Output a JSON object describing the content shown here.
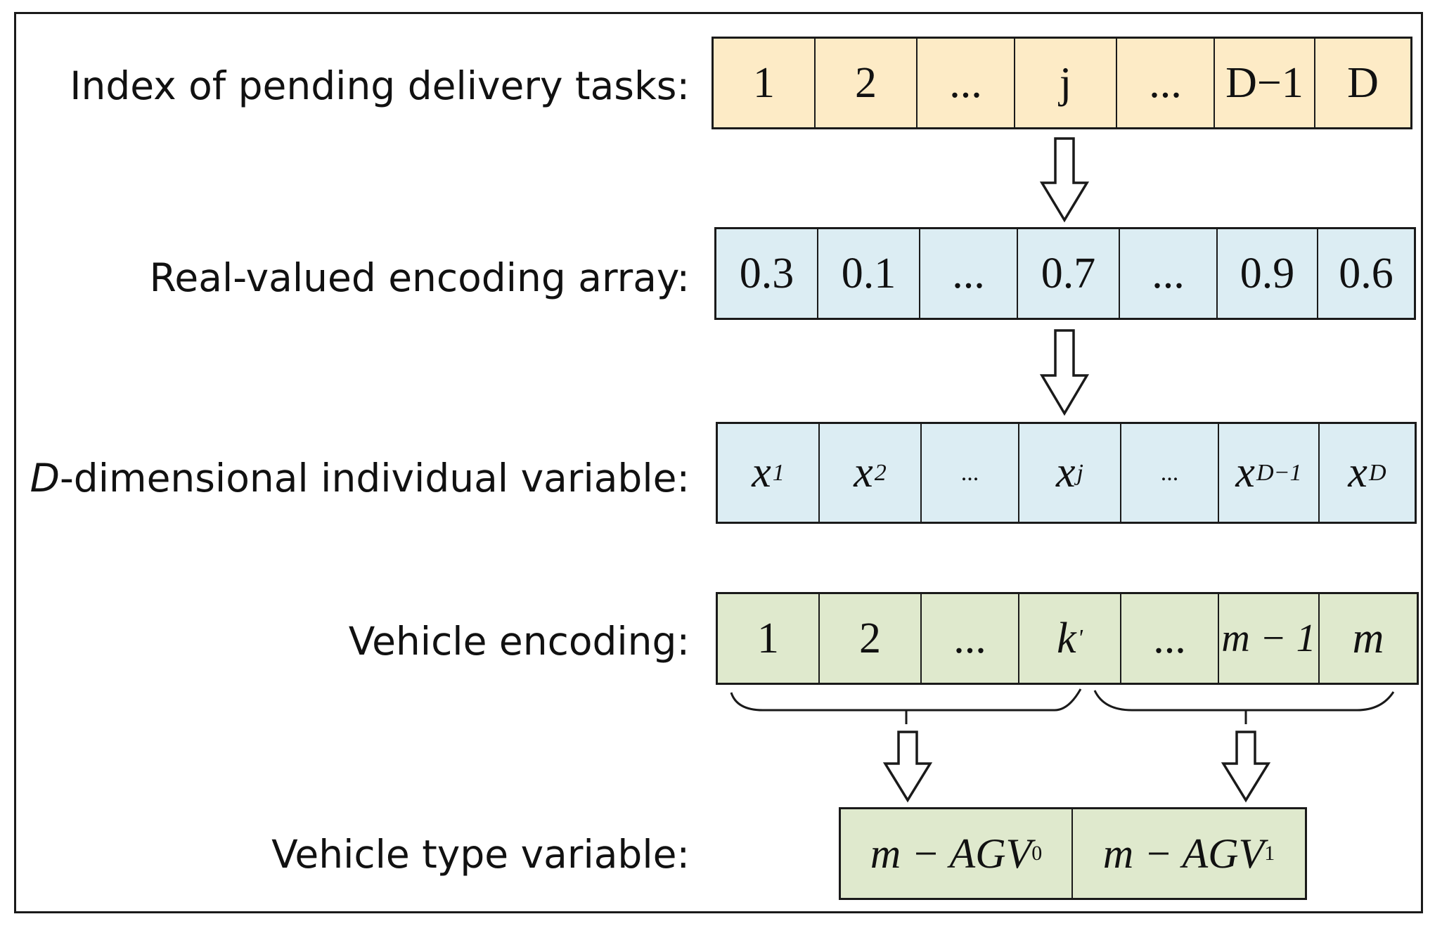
{
  "rows": [
    {
      "label": "Index of pending delivery tasks:",
      "cells": [
        "1",
        "2",
        "...",
        "j",
        "...",
        "D−1",
        "D"
      ]
    },
    {
      "label": "Real-valued encoding array:",
      "cells": [
        "0.3",
        "0.1",
        "...",
        "0.7",
        "...",
        "0.9",
        "0.6"
      ]
    },
    {
      "label_italic": "D",
      "label_rest": "-dimensional individual variable:",
      "cells": [
        {
          "base": "x",
          "sup": "1"
        },
        {
          "base": "x",
          "sup": "2"
        },
        {
          "text": "..."
        },
        {
          "base": "x",
          "sup": "j"
        },
        {
          "text": "..."
        },
        {
          "base": "x",
          "sup": "D−1"
        },
        {
          "base": "x",
          "sup": "D"
        }
      ]
    },
    {
      "label": "Vehicle encoding:",
      "cells": [
        {
          "text": "1"
        },
        {
          "text": "2"
        },
        {
          "text": "..."
        },
        {
          "base": "k",
          "sup": "'"
        },
        {
          "text": "..."
        },
        {
          "text": "m − 1"
        },
        {
          "base": "m"
        }
      ]
    },
    {
      "label": "Vehicle type variable:",
      "cells": [
        {
          "text": "m − AGV",
          "sub": "0"
        },
        {
          "text": "m − AGV",
          "sub": "1"
        }
      ]
    }
  ],
  "colors": {
    "yellow": "#fdebc6",
    "blue": "#dcedf3",
    "green": "#dfe9cd",
    "stroke": "#1a1a1a"
  }
}
